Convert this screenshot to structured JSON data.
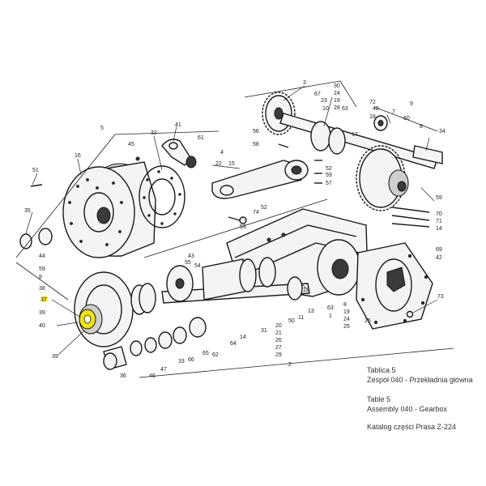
{
  "callouts": [
    {
      "id": "c3",
      "text": "3"
    },
    {
      "id": "c30",
      "text": "30"
    },
    {
      "id": "c24a",
      "text": "24"
    },
    {
      "id": "c19a",
      "text": "19"
    },
    {
      "id": "c28",
      "text": "28"
    },
    {
      "id": "c67",
      "text": "67"
    },
    {
      "id": "c23",
      "text": "23"
    },
    {
      "id": "c10",
      "text": "10"
    },
    {
      "id": "c63",
      "text": "63"
    },
    {
      "id": "c72",
      "text": "72"
    },
    {
      "id": "c48",
      "text": "48"
    },
    {
      "id": "c18",
      "text": "18"
    },
    {
      "id": "c9",
      "text": "9"
    },
    {
      "id": "c7",
      "text": "7"
    },
    {
      "id": "c60",
      "text": "60"
    },
    {
      "id": "c34",
      "text": "34"
    },
    {
      "id": "c8a",
      "text": "8"
    },
    {
      "id": "c17",
      "text": "17"
    },
    {
      "id": "c5",
      "text": "5"
    },
    {
      "id": "c32",
      "text": "32"
    },
    {
      "id": "c41",
      "text": "41"
    },
    {
      "id": "c45",
      "text": "45"
    },
    {
      "id": "c61",
      "text": "61"
    },
    {
      "id": "c56",
      "text": "56"
    },
    {
      "id": "c58",
      "text": "58"
    },
    {
      "id": "c4",
      "text": "4"
    },
    {
      "id": "c22",
      "text": "22"
    },
    {
      "id": "c15",
      "text": "15"
    },
    {
      "id": "c16",
      "text": "16"
    },
    {
      "id": "c51",
      "text": "51"
    },
    {
      "id": "c52a",
      "text": "52"
    },
    {
      "id": "c59a",
      "text": "59"
    },
    {
      "id": "c57",
      "text": "57"
    },
    {
      "id": "c59b",
      "text": "59"
    },
    {
      "id": "c74",
      "text": "74"
    },
    {
      "id": "c70",
      "text": "70"
    },
    {
      "id": "c71",
      "text": "71"
    },
    {
      "id": "c14a",
      "text": "14"
    },
    {
      "id": "c52b",
      "text": "52"
    },
    {
      "id": "c53",
      "text": "53"
    },
    {
      "id": "c35",
      "text": "35"
    },
    {
      "id": "c69",
      "text": "69"
    },
    {
      "id": "c42",
      "text": "42"
    },
    {
      "id": "c44",
      "text": "44"
    },
    {
      "id": "c43",
      "text": "43"
    },
    {
      "id": "c55",
      "text": "55"
    },
    {
      "id": "c54",
      "text": "54"
    },
    {
      "id": "c59c",
      "text": "59"
    },
    {
      "id": "c8b",
      "text": "8"
    },
    {
      "id": "c38",
      "text": "38"
    },
    {
      "id": "c37",
      "text": "37"
    },
    {
      "id": "c39a",
      "text": "39"
    },
    {
      "id": "c40",
      "text": "40"
    },
    {
      "id": "c39b",
      "text": "39"
    },
    {
      "id": "c73",
      "text": "73"
    },
    {
      "id": "c12",
      "text": "12"
    },
    {
      "id": "c13",
      "text": "13"
    },
    {
      "id": "c11",
      "text": "11"
    },
    {
      "id": "c50",
      "text": "50"
    },
    {
      "id": "c31",
      "text": "31"
    },
    {
      "id": "c14b",
      "text": "14"
    },
    {
      "id": "c20",
      "text": "20"
    },
    {
      "id": "c21",
      "text": "21"
    },
    {
      "id": "c26",
      "text": "26"
    },
    {
      "id": "c27",
      "text": "27"
    },
    {
      "id": "c29",
      "text": "29"
    },
    {
      "id": "c64",
      "text": "64"
    },
    {
      "id": "c65",
      "text": "65"
    },
    {
      "id": "c62",
      "text": "62"
    },
    {
      "id": "c66",
      "text": "66"
    },
    {
      "id": "c33",
      "text": "33"
    },
    {
      "id": "c47",
      "text": "47"
    },
    {
      "id": "c46",
      "text": "46"
    },
    {
      "id": "c36",
      "text": "36"
    },
    {
      "id": "c2",
      "text": "2"
    },
    {
      "id": "c63b",
      "text": "63"
    },
    {
      "id": "c1",
      "text": "1"
    },
    {
      "id": "c8c",
      "text": "8"
    },
    {
      "id": "c19b",
      "text": "19"
    },
    {
      "id": "c24b",
      "text": "24"
    },
    {
      "id": "c25a",
      "text": "25"
    },
    {
      "id": "c25b",
      "text": "25"
    }
  ],
  "caption": {
    "line1": "Tablica 5",
    "line2": "Zespół 040 - Przekładnia główna",
    "line3": "Table 5",
    "line4": "Assembly 040 - Gearbox",
    "line5": "Katalog części Prasa Z-224"
  },
  "highlight_color": "#f2e600"
}
